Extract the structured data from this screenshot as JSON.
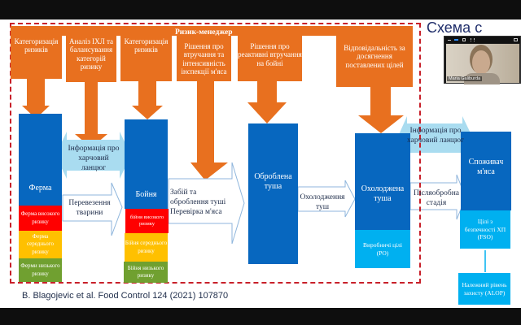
{
  "slide": {
    "title": "Схема с",
    "citation": "B. Blagojevic et al. Food Control 124 (2021) 107870",
    "risk_manager": "Ризик-менеджер",
    "top_boxes": [
      "Категоризація ризиків",
      "Аналіз ІХЛ та балансування категорій ризику",
      "Категоризація ризиків",
      "Рішення про втручання та інтенсивність інспекції м'яса",
      "Рішення про реактивні втручання на бойні",
      "Відповідальність за досягнення поставлених цілей"
    ],
    "farm": {
      "label": "Ферма",
      "high": "Ферма високого ризику",
      "medium": "Ферма середнього ризику",
      "low": "Ферми низького ризику"
    },
    "slaughterhouse": {
      "label": "Бойня",
      "high": "бійня високого ризику",
      "medium": "Бійня середнього ризику",
      "low": "Бійня низького ризику"
    },
    "processed": "Оброблена туша",
    "chilled": {
      "label": "Охолоджена туша",
      "po": "Виробничі цілі (PO)"
    },
    "consumer": {
      "label": "Споживач м'яса",
      "fso": "Цілі з безпечності ХП (FSO)",
      "alop": "Належний рівень захисту (ALOP)"
    },
    "info_1": "Інформація про харчовий ланцюг",
    "info_2": "Інформація про харчовий ланцюг",
    "step_transport": "Перевезення тварини",
    "step_slaughter": "Забій та оброблення туші Перевірка м'яса",
    "step_chilling": "Охолодження туш",
    "step_post": "Післяобробна стадія"
  },
  "video": {
    "participant": "Maria Galiburda"
  },
  "colors": {
    "orange": "#e8701f",
    "blue": "#0767bf",
    "light_blue": "#00b0f0",
    "info": "#a9dcf0",
    "red": "#ff0000",
    "yellow": "#ffc000",
    "green": "#70a030",
    "dash": "#c8202a"
  }
}
